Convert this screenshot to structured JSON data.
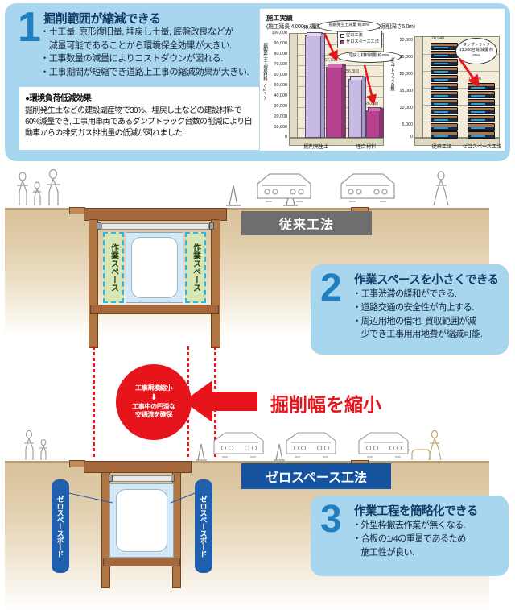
{
  "panel1": {
    "number": "1",
    "heading": "掘削範囲が縮減できる",
    "bullets": [
      "・土工量, 原形復旧量, 埋戻し土量, 底盤改良などが",
      "　減量可能であることから環境保全効果が大きい.",
      "・工事数量の減量によりコストダウンが図れる.",
      "・工事期間が短縮でき道路上工事の縮減効果が大きい."
    ],
    "note_title": "●環境負荷低減効果",
    "note_body": "掘削発生土などの建設副産物で30%、埋戻し土などの建設材料で60%減量でき, 工事用車両であるダンプトラック台数の削減により自動車からの排気ガス排出量の低減が図れました."
  },
  "panel2": {
    "number": "2",
    "heading": "作業スペースを小さくできる",
    "bullets": [
      "・工事渋滞の緩和ができる.",
      "・道路交通の安全性が向上する.",
      "・周辺用地の借地, 買収範囲が減",
      "　少でき工事用用地費が縮減可能."
    ]
  },
  "panel3": {
    "number": "3",
    "heading": "作業工程を簡略化できる",
    "bullets": [
      "・外型枠撤去作業が無くなる.",
      "・合板の1/4の重量であるため",
      "　施工性が良い."
    ]
  },
  "scene": {
    "tag_conventional": "従来工法",
    "tag_zerospace": "ゼロスペース工法",
    "workspace_label": "作業スペース",
    "zeroboard_label": "ゼロスペースボード",
    "red_circle_top": "工事規模縮小",
    "red_circle_arrow": "⬇",
    "red_circle_bottom_1": "工事中の円滑な",
    "red_circle_bottom_2": "交通流を確保",
    "big_red_text": "掘削幅を縮小"
  },
  "colors": {
    "panel_blue": "#a8d6ef",
    "accent_blue": "#1f7fc0",
    "tag_gray": "#6e6e6e",
    "tag_blue": "#16539e",
    "red": "#e8141c",
    "workspace_green": "#d6e6b4",
    "dashed_cyan": "#22b7e8",
    "soil": "#d8c19a",
    "timber": "#a4683c"
  },
  "chart_data": [
    {
      "type": "bar",
      "title": "施工実績",
      "subtitle": "(施工延長 4,000m 構造物寸法 3.0m×3.0m、平均掘削深さ5.0m)",
      "ylabel": "掘削発生土・埋戻材料 (m³)",
      "xlabel": "",
      "categories": [
        "掘削発生土",
        "埋戻材料"
      ],
      "series": [
        {
          "name": "従来工法",
          "color": "#c6b9e4",
          "values": [
            98000,
            56300
          ]
        },
        {
          "name": "ゼロスペース工法",
          "color": "#b8418f",
          "values": [
            67700,
            26600
          ]
        }
      ],
      "data_labels": [
        "98,000",
        "67,700",
        "56,300",
        "26,600"
      ],
      "ylim": [
        0,
        100000
      ],
      "yticks": [
        "100,000",
        "90,000",
        "80,000",
        "70,000",
        "60,000",
        "50,000",
        "40,000",
        "30,000",
        "20,000",
        "10,000",
        "0"
      ],
      "grid": true,
      "legend_position": "inside-top-right",
      "annotations": [
        "掘削発生土減量 約30%",
        "埋戻し材料減量 約60%"
      ]
    },
    {
      "type": "bar",
      "title": "",
      "subtitle": "",
      "ylabel": "ダンプトラック台数",
      "xlabel": "",
      "categories": [
        "従来工法",
        "ゼロスペース工法"
      ],
      "series": [
        {
          "name": "ダンプトラック台数",
          "color": "#2e9bd6",
          "values": [
            28940,
            15736
          ]
        }
      ],
      "data_labels": [
        "28,940",
        "15,736"
      ],
      "ylim": [
        0,
        30000
      ],
      "yticks": [
        "30,000",
        "25,000",
        "20,000",
        "15,000",
        "10,000",
        "5,000",
        "0"
      ],
      "grid": true,
      "legend_position": "none",
      "annotations": [
        "ダンプトラック 13,200台減 減量 約45%"
      ]
    }
  ]
}
